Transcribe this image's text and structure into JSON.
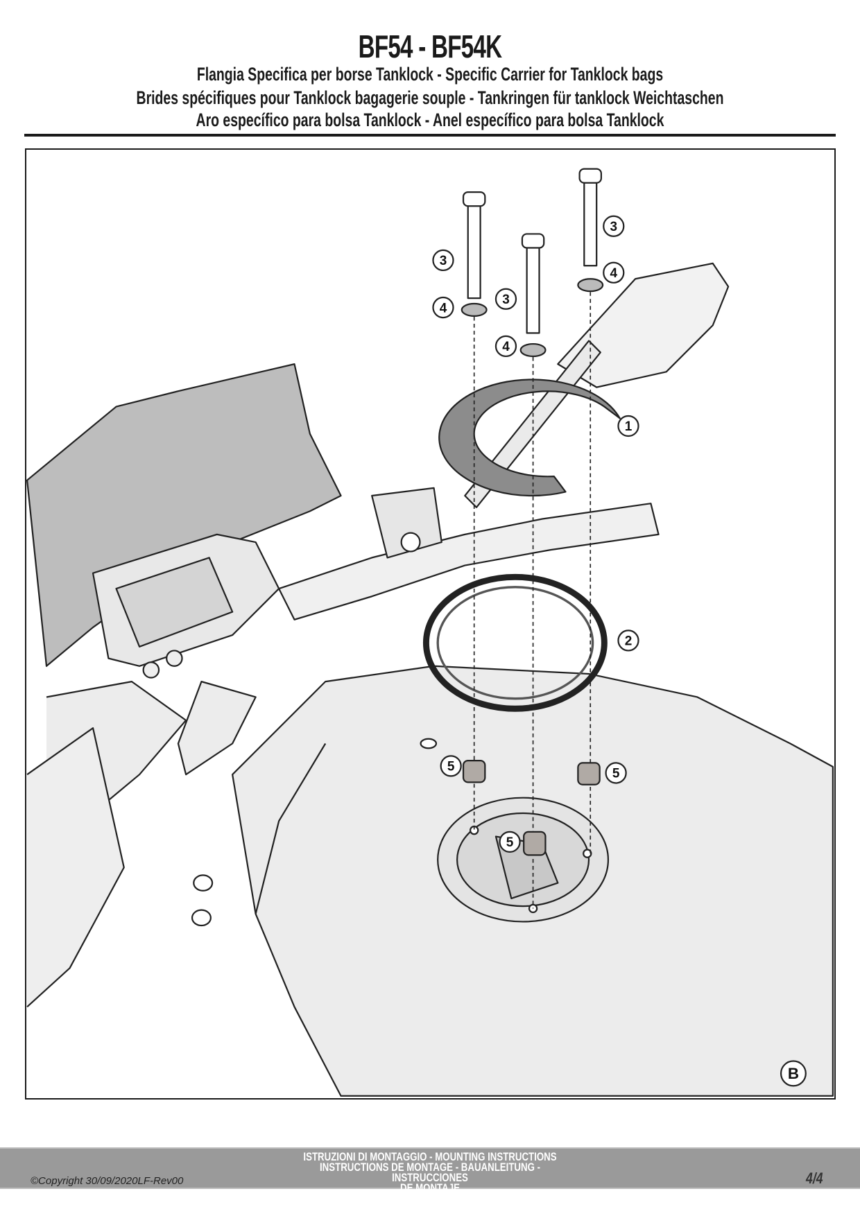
{
  "header": {
    "title": "BF54 - BF54K",
    "subtitle_1": "Flangia Specifica per borse Tanklock - Specific Carrier for Tanklock bags",
    "subtitle_2": "Brides spécifiques pour Tanklock bagagerie souple - Tankringen für tanklock Weichtaschen",
    "subtitle_3": "Aro específico para bolsa Tanklock - Anel específico para bolsa Tanklock"
  },
  "diagram": {
    "callouts": [
      "3",
      "3",
      "3",
      "4",
      "4",
      "4",
      "1",
      "2",
      "5",
      "5",
      "5"
    ],
    "view_label": "B"
  },
  "footer": {
    "copyright": "©Copyright 30/09/2020LF-Rev00",
    "line_1": "ISTRUZIONI DI MONTAGGIO  -  MOUNTING INSTRUCTIONS",
    "line_2": "INSTRUCTIONS DE MONTAGE - BAUANLEITUNG - INSTRUCCIONES",
    "line_3": "DE MONTAJE",
    "page": "4/4"
  }
}
